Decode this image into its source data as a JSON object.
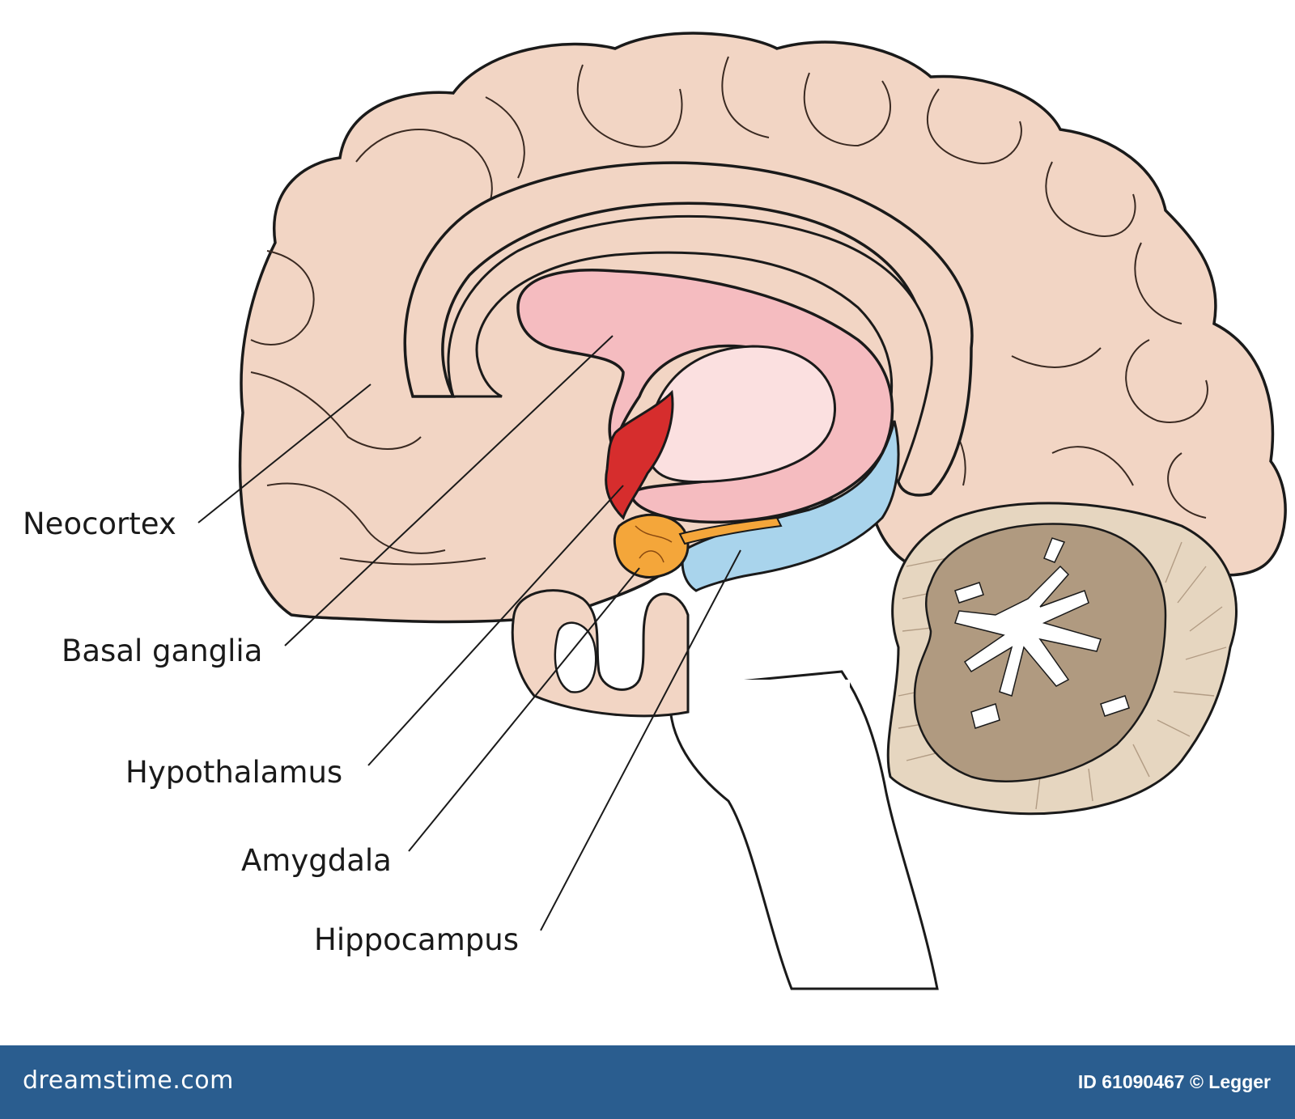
{
  "labels": {
    "neocortex": "Neocortex",
    "basal_ganglia": "Basal ganglia",
    "hypothalamus": "Hypothalamus",
    "amygdala": "Amygdala",
    "hippocampus": "Hippocampus"
  },
  "footer": {
    "brand": "dreamstime.com",
    "id_text": "ID 61090467 © Legger"
  },
  "colors": {
    "cortex": "#f2d5c4",
    "basal_ganglia": "#f5bcc0",
    "thalamus_inner": "#fbe0e0",
    "hypothalamus": "#d62d2d",
    "amygdala": "#f4a63a",
    "hippocampus": "#a9d4ec",
    "cerebellum_gray": "#b09a80",
    "cerebellum_outer": "#e6d6c0",
    "footer_bg": "#2a5d8f"
  }
}
